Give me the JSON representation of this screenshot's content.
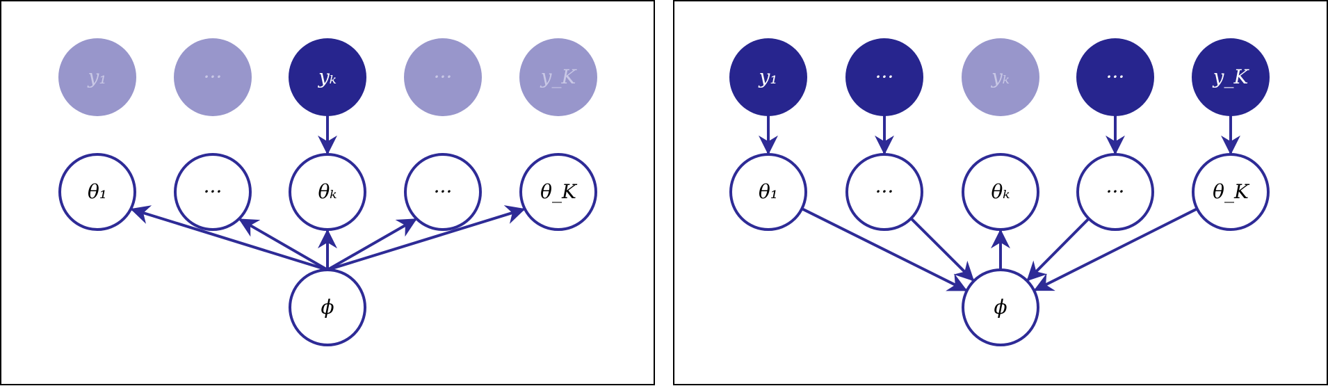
{
  "colors": {
    "dark": "#27258e",
    "light": "#9896cb",
    "edge": "#2e2b96",
    "panel_border": "#000000",
    "background": "#ffffff"
  },
  "panels": [
    {
      "observed": [
        {
          "label": "y₁",
          "state": "light"
        },
        {
          "label": "···",
          "state": "light"
        },
        {
          "label": "yₖ",
          "state": "dark"
        },
        {
          "label": "···",
          "state": "light"
        },
        {
          "label": "y_K",
          "state": "light"
        }
      ],
      "params": [
        "θ₁",
        "···",
        "θₖ",
        "···",
        "θ_K"
      ],
      "global_label": "ϕ",
      "edges": [
        {
          "from": "y3",
          "to": "t3"
        },
        {
          "from": "phi",
          "to": "t1"
        },
        {
          "from": "phi",
          "to": "t2"
        },
        {
          "from": "phi",
          "to": "t3"
        },
        {
          "from": "phi",
          "to": "t4"
        },
        {
          "from": "phi",
          "to": "t5"
        }
      ]
    },
    {
      "observed": [
        {
          "label": "y₁",
          "state": "dark"
        },
        {
          "label": "···",
          "state": "dark"
        },
        {
          "label": "yₖ",
          "state": "light"
        },
        {
          "label": "···",
          "state": "dark"
        },
        {
          "label": "y_K",
          "state": "dark"
        }
      ],
      "params": [
        "θ₁",
        "···",
        "θₖ",
        "···",
        "θ_K"
      ],
      "global_label": "ϕ",
      "edges": [
        {
          "from": "y1",
          "to": "t1"
        },
        {
          "from": "y2",
          "to": "t2"
        },
        {
          "from": "y4",
          "to": "t4"
        },
        {
          "from": "y5",
          "to": "t5"
        },
        {
          "from": "t1",
          "to": "phi"
        },
        {
          "from": "t2",
          "to": "phi"
        },
        {
          "from": "t4",
          "to": "phi"
        },
        {
          "from": "t5",
          "to": "phi"
        },
        {
          "from": "phi",
          "to": "t3"
        }
      ]
    }
  ]
}
